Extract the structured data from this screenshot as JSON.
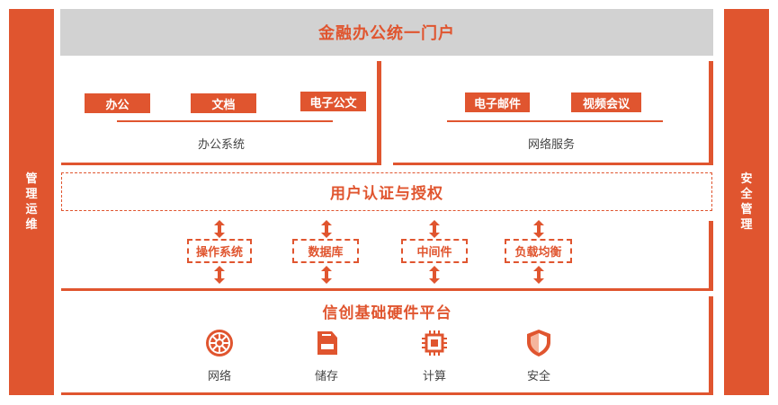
{
  "left_sidebar": {
    "label": "管理运维"
  },
  "right_sidebar": {
    "label": "安全管理"
  },
  "portal": {
    "title": "金融办公统一门户"
  },
  "office_system": {
    "items": [
      "办公",
      "文档",
      "电子公文"
    ],
    "label": "办公系统"
  },
  "network_service": {
    "items": [
      "电子邮件",
      "视频会议"
    ],
    "label": "网络服务"
  },
  "auth": {
    "title": "用户认证与授权"
  },
  "middle": {
    "items": [
      "操作系统",
      "数据库",
      "中间件",
      "负载均衡"
    ]
  },
  "hardware": {
    "title": "信创基础硬件平台",
    "items": [
      {
        "label": "网络",
        "icon": "network-icon"
      },
      {
        "label": "储存",
        "icon": "storage-icon"
      },
      {
        "label": "计算",
        "icon": "chip-icon"
      },
      {
        "label": "安全",
        "icon": "shield-icon"
      }
    ]
  },
  "colors": {
    "accent": "#e0552f",
    "portal_bg": "#d2d2d2"
  }
}
